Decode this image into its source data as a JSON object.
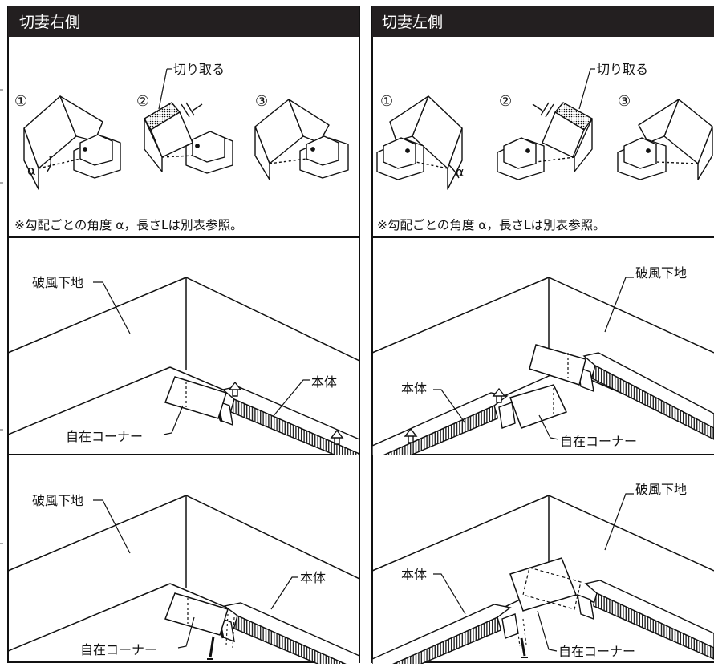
{
  "panels": {
    "right_title": "切妻右側",
    "left_title": "切妻左側"
  },
  "steps": {
    "s1": "①",
    "s2": "②",
    "s3": "③",
    "cut_label": "切り取る",
    "alpha": "α"
  },
  "note": "※勾配ごとの角度 α，長さLは別表参照。",
  "labels": {
    "fascia_base": "破風下地",
    "main_body": "本体",
    "corner": "自在コーナー"
  },
  "colors": {
    "header_bg": "#231f20",
    "line": "#111111"
  }
}
